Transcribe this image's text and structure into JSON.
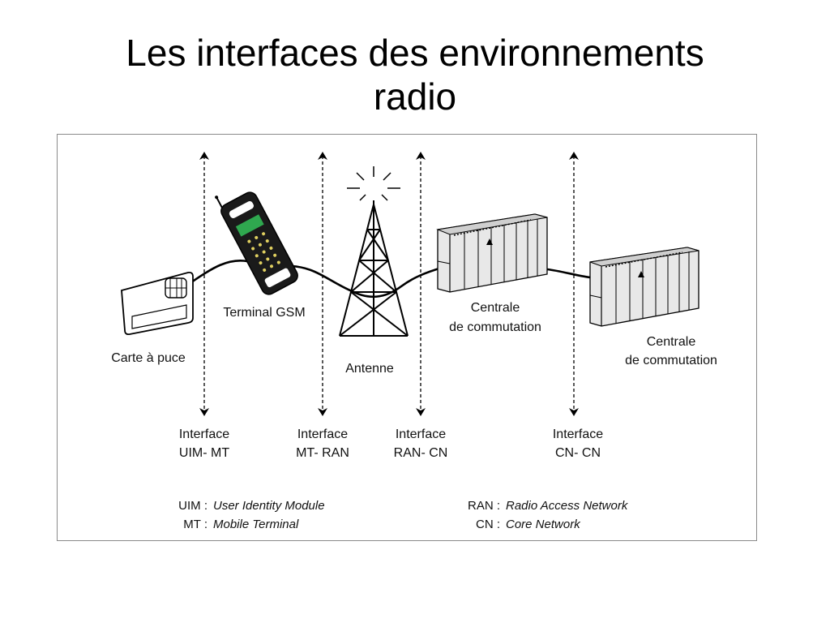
{
  "slide": {
    "title_line1": "Les interfaces des environnements",
    "title_line2": "radio"
  },
  "devices": {
    "smart_card": "Carte à puce",
    "gsm_terminal": "Terminal GSM",
    "antenna": "Antenne",
    "switch1_line1": "Centrale",
    "switch1_line2": "de commutation",
    "switch2_line1": "Centrale",
    "switch2_line2": "de commutation"
  },
  "interfaces": [
    {
      "line1": "Interface",
      "line2": "UIM- MT"
    },
    {
      "line1": "Interface",
      "line2": "MT- RAN"
    },
    {
      "line1": "Interface",
      "line2": "RAN- CN"
    },
    {
      "line1": "Interface",
      "line2": "CN- CN"
    }
  ],
  "legend": [
    {
      "abbr": "UIM :",
      "full": "User Identity Module"
    },
    {
      "abbr": "MT :",
      "full": "Mobile Terminal"
    },
    {
      "abbr": "RAN :",
      "full": "Radio Access Network"
    },
    {
      "abbr": "CN :",
      "full": "Core Network"
    }
  ]
}
